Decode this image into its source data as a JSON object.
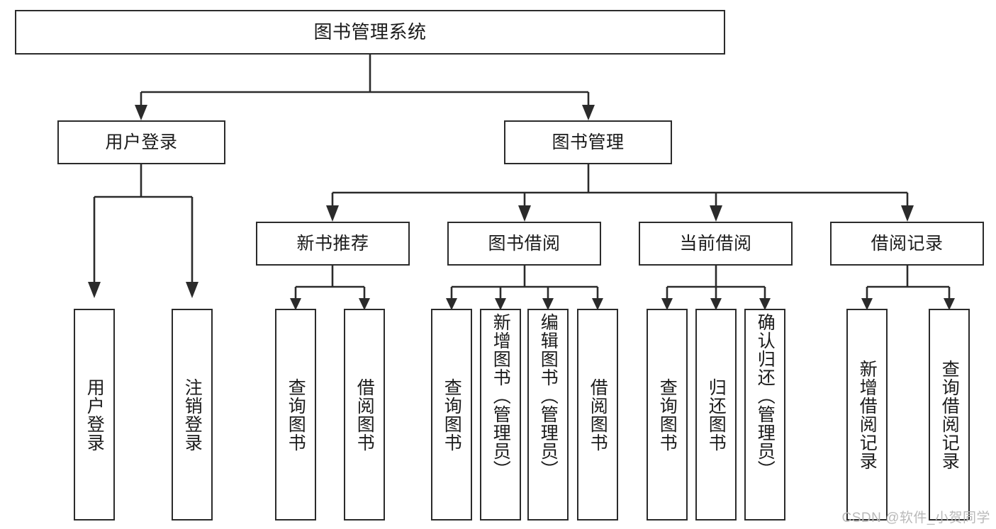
{
  "diagram": {
    "type": "tree-hierarchy",
    "title": "图书管理系统",
    "root": {
      "label": "图书管理系统"
    },
    "level2": [
      {
        "label": "用户登录"
      },
      {
        "label": "图书管理"
      }
    ],
    "level3": [
      {
        "label": "新书推荐"
      },
      {
        "label": "图书借阅"
      },
      {
        "label": "当前借阅"
      },
      {
        "label": "借阅记录"
      }
    ],
    "leaves": {
      "user_login": [
        {
          "label": "用户登录"
        },
        {
          "label": "注销登录"
        }
      ],
      "new_book_recommend": [
        {
          "label": "查询图书"
        },
        {
          "label": "借阅图书"
        }
      ],
      "book_borrow": [
        {
          "label": "查询图书"
        },
        {
          "label": "新增图书（管理员）"
        },
        {
          "label": "编辑图书（管理员）"
        },
        {
          "label": "借阅图书"
        }
      ],
      "current_borrow": [
        {
          "label": "查询图书"
        },
        {
          "label": "归还图书"
        },
        {
          "label": "确认归还（管理员）"
        }
      ],
      "borrow_record": [
        {
          "label": "新增借阅记录"
        },
        {
          "label": "查询借阅记录"
        }
      ]
    }
  },
  "watermark": {
    "text": "CSDN @软件_小贺同学"
  },
  "colors": {
    "stroke": "#2b2b2b",
    "fill": "#ffffff",
    "text": "#1b1b1b",
    "watermark": "#b9b9b9"
  }
}
